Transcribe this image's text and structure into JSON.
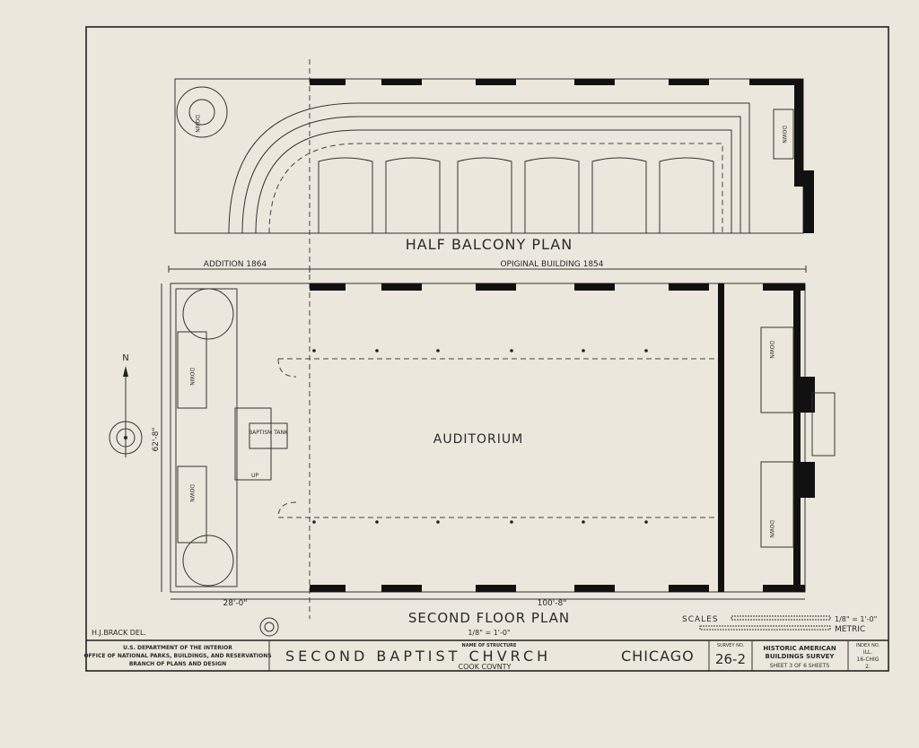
{
  "drawing": {
    "balcony_title": "HALF BALCONY PLAN",
    "floor_title": "SECOND FLOOR PLAN",
    "floor_scale": "1/8\" = 1'-0\"",
    "addition_label": "ADDITION 1864",
    "original_label": "OPIGINAL BUILDING 1854",
    "auditorium": "AUDITORIUM",
    "baptism_tank": "BAPTISM TANK",
    "north": "N",
    "dim_width": "62'-8\"",
    "dim_addition": "28'-0\"",
    "dim_original": "100'-8\"",
    "stair_down": "DOWN",
    "stair_up": "UP",
    "delineator": "H.J.BRACK DEL.",
    "scales_label": "SCALES",
    "scale_imperial": "1/8\" = 1'-0\"",
    "scale_metric": "METRIC"
  },
  "title_block": {
    "agency_line1": "U.S. DEPARTMENT OF THE INTERIOR",
    "agency_line2": "OFFICE OF NATIONAL PARKS, BUILDINGS, AND RESERVATIONS",
    "agency_line3": "BRANCH OF PLANS AND DESIGN",
    "name_label": "NAME OF STRUCTURE",
    "structure_name": "SECOND BAPTIST CHVRCH",
    "county": "COOK COVNTY",
    "city": "CHICAGO",
    "survey_label": "SURVEY NO.",
    "survey_no": "26-2",
    "habs_line1": "HISTORIC AMERICAN",
    "habs_line2": "BUILDINGS SURVEY",
    "sheet_text": "SHEET 3 OF 6 SHEETS",
    "index_label": "INDEX NO.",
    "index_line1": "ILL.",
    "index_line2": "16-CHIG",
    "index_line3": "2."
  }
}
